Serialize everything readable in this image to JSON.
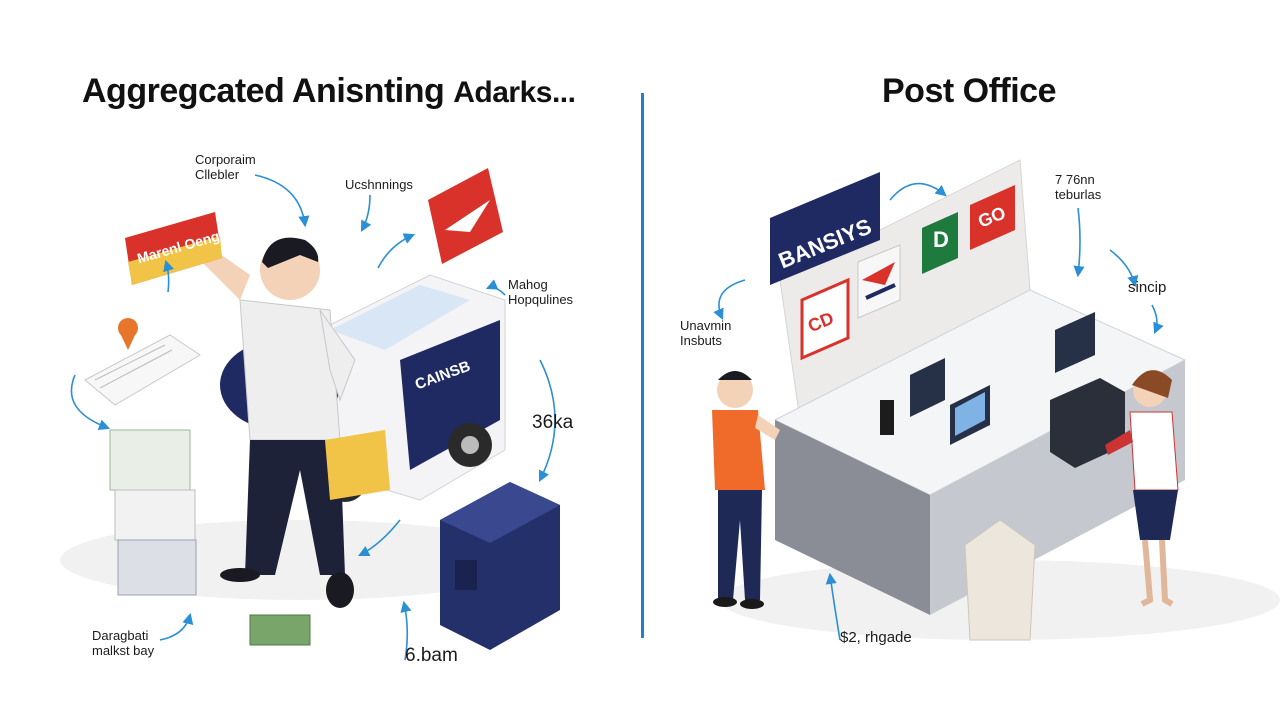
{
  "left": {
    "title": "Aggregcated Anisnting",
    "title_scribble": "Adarks...",
    "labels": {
      "top_left_1": "Corporaim",
      "top_left_2": "Cllebler",
      "top_mid": "Ucshnnings",
      "right_mid_1": "Mahog",
      "right_mid_2": "Hopqulines",
      "right_value": "36ka",
      "bottom_left_1": "Daragbati",
      "bottom_left_2": "malkst bay",
      "bottom_value": "6.bam",
      "card_text": "Marenl Oeng",
      "van_text": "CAINSB"
    }
  },
  "right": {
    "title": "Post Office",
    "labels": {
      "top_right_1": "7 76nn",
      "top_right_2": "teburlas",
      "right_1": "sincip",
      "left_1": "Unavmin",
      "left_2": "Insbuts",
      "bottom": "$2, rhgade"
    },
    "signs": {
      "banner": "BANSIYS",
      "go": "GO",
      "d": "D",
      "cd": "CD"
    }
  },
  "colors": {
    "accent_blue": "#1e7fd0",
    "arrow_blue": "#2b8fd6",
    "red_sign": "#d8322a",
    "navy": "#1f2a63",
    "green_sign": "#1f7a3e"
  }
}
